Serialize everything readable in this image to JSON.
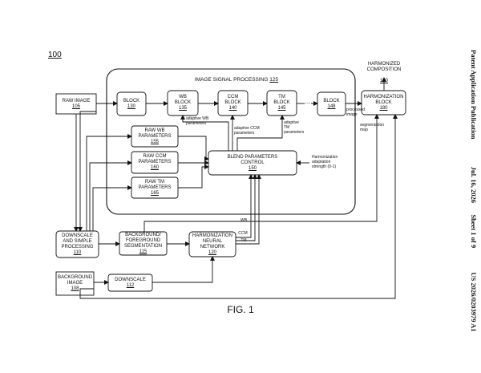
{
  "figure_ref": "100",
  "figure_caption": "FIG. 1",
  "side_header": {
    "title": "Patent Application Publication",
    "date": "Jul. 16, 2026",
    "sheet": "Sheet 1 of 9",
    "number": "US 2026/0203979 A1"
  },
  "isp": {
    "title": "IMAGE SIGNAL PROCESSING",
    "ref": "125"
  },
  "blocks": {
    "raw_image": {
      "name": "RAW IMAGE",
      "ref": "105"
    },
    "block130": {
      "name": "BLOCK",
      "ref": "130"
    },
    "wb_block": {
      "name": "WB\nBLOCK",
      "ref": "135"
    },
    "ccm_block": {
      "name": "CCM\nBLOCK",
      "ref": "140"
    },
    "tm_block": {
      "name": "TM\nBLOCK",
      "ref": "145"
    },
    "block148": {
      "name": "BLOCK",
      "ref": "148"
    },
    "harmonization_block": {
      "name": "HARMONIZATION\nBLOCK",
      "ref": "180"
    },
    "raw_wb": {
      "name": "RAW WB\nPARAMETERS",
      "ref": "155"
    },
    "raw_ccm": {
      "name": "RAW CCM\nPARAMETERS",
      "ref": "160"
    },
    "raw_tm": {
      "name": "RAW TM\nPARAMETERS",
      "ref": "165"
    },
    "blend": {
      "name": "BLEND PARAMETERS\nCONTROL",
      "ref": "150"
    },
    "downscale_simple": {
      "name": "DOWNSCALE\nAND SIMPLE\nPROCESSING",
      "ref": "110"
    },
    "segmentation": {
      "name": "BACKGROUND/\nFOREGROUND\nSEGMENTATION",
      "ref": "115"
    },
    "hnn": {
      "name": "HARMONIZATION\nNEURAL\nNETWORK",
      "ref": "120"
    },
    "background_image": {
      "name": "BACKGROUND\nIMAGE",
      "ref": "108"
    },
    "downscale": {
      "name": "DOWNSCALE",
      "ref": "112"
    }
  },
  "annotations": {
    "harmonized_composition": {
      "name": "HARMONIZED\nCOMPOSITION",
      "ref": "190"
    },
    "processed_image": "processed\nimage",
    "adaptive_wb": "adaptive WB\nparameters",
    "adaptive_ccm": "adaptive CCM\nparameters",
    "adaptive_tm": "adaptive\nTM\nparameters",
    "harmonization_strength": "Harmonization\nadaptation\nstrength (0-1)",
    "segmentation_map": "segmentation\nmap",
    "wb": "WB",
    "ccm": "CCM",
    "tm": "TM",
    "ellipsis": "..."
  }
}
